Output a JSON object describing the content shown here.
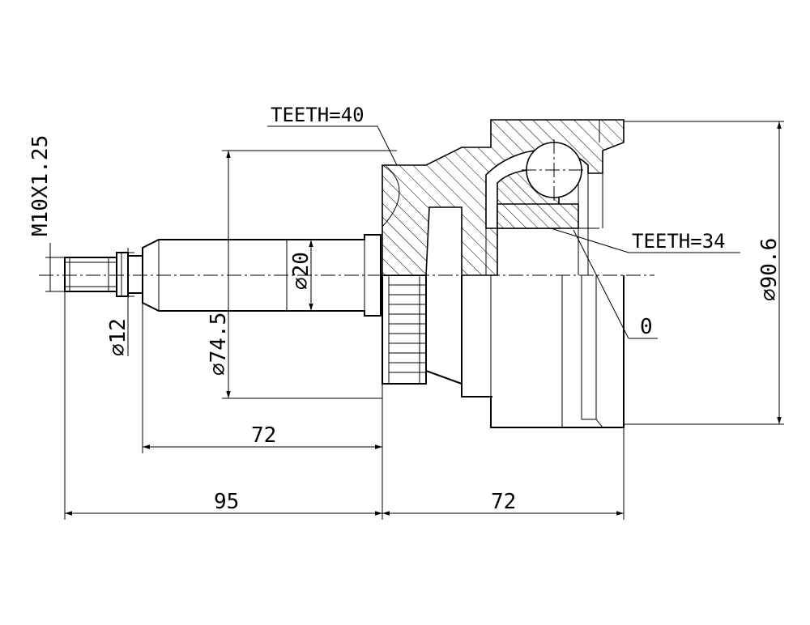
{
  "labels": {
    "teeth_outer": "TEETH=40",
    "teeth_inner": "TEETH=34",
    "thread": "M10X1.25",
    "o_mark": "0",
    "dia_shaft": "⌀20",
    "dia_tip": "⌀12",
    "dia_flange": "⌀74.5",
    "dia_housing": "⌀90.6",
    "len_shaft": "72",
    "len_total_left": "95",
    "len_housing": "72"
  }
}
